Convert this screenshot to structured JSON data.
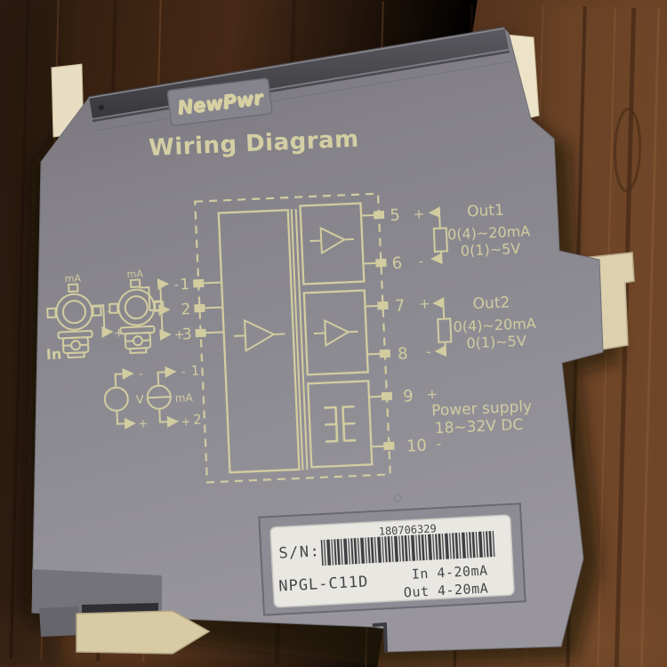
{
  "device": {
    "brand": "NewPwr",
    "title": "Wiring Diagram",
    "print_color": "#d6d0a2",
    "body_color": "#8b8a91"
  },
  "diagram": {
    "in_label": "In",
    "tx1_unit": "mA",
    "tx2_unit": "mA",
    "tx_plus": "+",
    "tx_minus": "-",
    "v_source": {
      "label": "V",
      "top_sign": "-",
      "bottom_sign": "+"
    },
    "ma_source": {
      "label": "mA",
      "top_sign": "-",
      "bottom_sign": "+"
    },
    "alt_terminal_top": "1",
    "alt_terminal_bottom": "2",
    "left_terminals": [
      {
        "sign": "-",
        "num": "1"
      },
      {
        "sign": "",
        "num": "2"
      },
      {
        "sign": "+",
        "num": "3"
      }
    ],
    "right_terminals": [
      {
        "num": "5",
        "sign": "+"
      },
      {
        "num": "6",
        "sign": "-"
      },
      {
        "num": "7",
        "sign": "+"
      },
      {
        "num": "8",
        "sign": "-"
      },
      {
        "num": "9",
        "sign": "+"
      },
      {
        "num": "10",
        "sign": "-"
      }
    ],
    "outputs": [
      {
        "name": "Out1",
        "range_ma": "0(4)~20mA",
        "range_v": "0(1)~5V"
      },
      {
        "name": "Out2",
        "range_ma": "0(4)~20mA",
        "range_v": "0(1)~5V"
      }
    ],
    "power": {
      "line1": "Power supply",
      "line2": "18~32V DC"
    }
  },
  "label": {
    "sn_prefix": "S/N:",
    "serial": "180706329",
    "model": "NPGL-C11D",
    "in_spec": "In 4-20mA",
    "out_spec": "Out 4-20mA"
  }
}
